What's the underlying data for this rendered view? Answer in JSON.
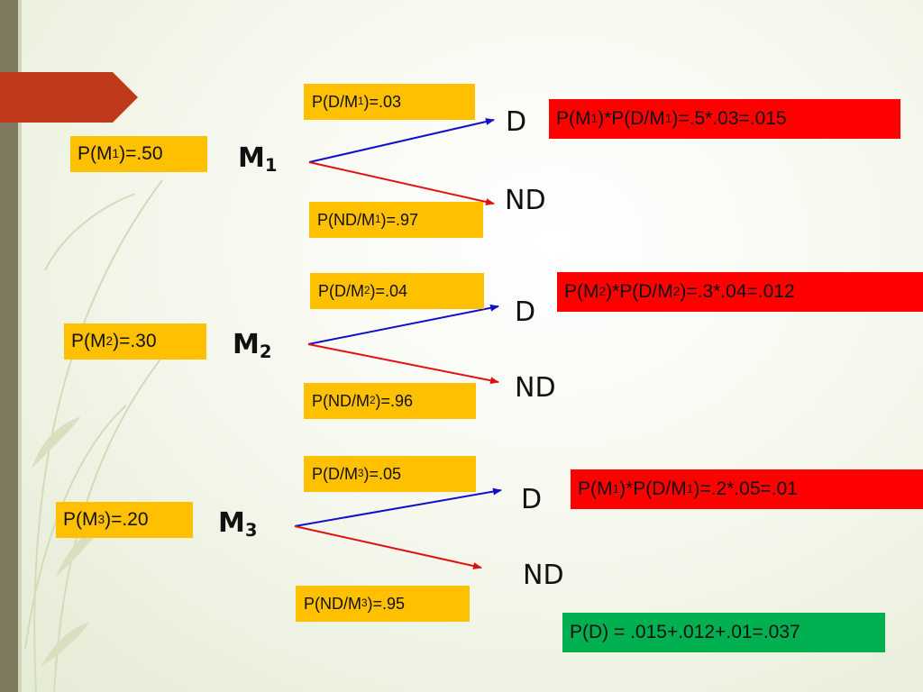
{
  "branches": [
    {
      "prior": "P(M1)=.50",
      "node": "M1",
      "cond_d": "P(D/M1)=.03",
      "cond_nd": "P(ND/M1)=.97",
      "outcome_d": "D",
      "outcome_nd": "ND",
      "product": "P(M1)*P(D/M1)=.5*.03=.015"
    },
    {
      "prior": "P(M2)=.30",
      "node": "M2",
      "cond_d": "P(D/M2)=.04",
      "cond_nd": "P(ND/M2)=.96",
      "outcome_d": "D",
      "outcome_nd": "ND",
      "product": "P(M2)*P(D/M2)=.3*.04=.012"
    },
    {
      "prior": "P(M3)=.20",
      "node": "M3",
      "cond_d": "P(D/M3)=.05",
      "cond_nd": "P(ND/M3)=.95",
      "outcome_d": "D",
      "outcome_nd": "ND",
      "product": "P(M1)*P(D/M1)=.2*.05=.01"
    }
  ],
  "total": "P(D) = .015+.012+.01=.037",
  "colors": {
    "prior_box": "#ffc000",
    "product_box": "#ff0000",
    "total_box": "#00b050",
    "d_arrow": "#1010cc",
    "nd_arrow": "#e01010",
    "accent_tab": "#c0391b",
    "side_bar": "#7f7a5e"
  }
}
